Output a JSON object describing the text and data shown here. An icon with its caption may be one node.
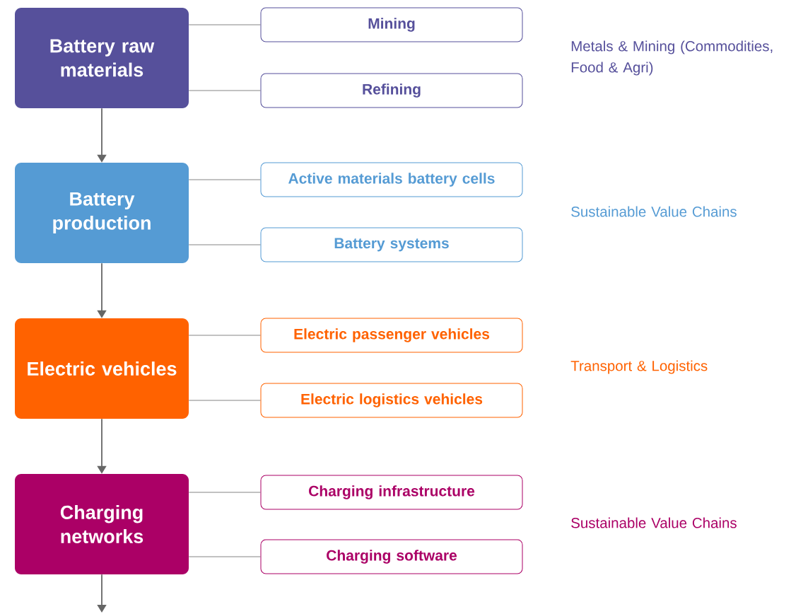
{
  "diagram": {
    "nodes": [
      {
        "text": [
          "Battery raw materials"
        ]
      },
      {
        "text": [
          "Battery production"
        ]
      },
      {
        "text": [
          "Electric vehicles"
        ]
      },
      {
        "text": [
          "Charging networks"
        ]
      },
      {
        "text": [
          "Mining"
        ]
      },
      {
        "text": [
          "Refining"
        ]
      },
      {
        "text": [
          "Active materials battery cells"
        ]
      },
      {
        "text": [
          "Battery systems"
        ]
      },
      {
        "text": [
          "Electric passenger vehicles"
        ]
      },
      {
        "text": [
          "Electric logistics vehicles"
        ]
      },
      {
        "text": [
          "Charging infrastructure"
        ]
      },
      {
        "text": [
          "Charging software"
        ]
      }
    ],
    "edges": [
      {
        "from": 0,
        "to": 1,
        "arrow": "to"
      },
      {
        "from": 1,
        "to": 2,
        "arrow": "to"
      },
      {
        "from": 2,
        "to": 3,
        "arrow": "to"
      },
      {
        "from": 3,
        "to": null,
        "arrow": "to"
      },
      {
        "from": 0,
        "to": 4,
        "arrow": "none"
      },
      {
        "from": 0,
        "to": 5,
        "arrow": "none"
      },
      {
        "from": 1,
        "to": 6,
        "arrow": "none"
      },
      {
        "from": 1,
        "to": 7,
        "arrow": "none"
      },
      {
        "from": 2,
        "to": 8,
        "arrow": "none"
      },
      {
        "from": 2,
        "to": 9,
        "arrow": "none"
      },
      {
        "from": 3,
        "to": 10,
        "arrow": "none"
      },
      {
        "from": 3,
        "to": 11,
        "arrow": "none"
      }
    ],
    "labels": [
      "Metals & Mining (Commodities, Food & Agri)",
      "Sustainable Value Chains",
      "Transport & Logistics",
      "Sustainable Value Chains"
    ]
  }
}
